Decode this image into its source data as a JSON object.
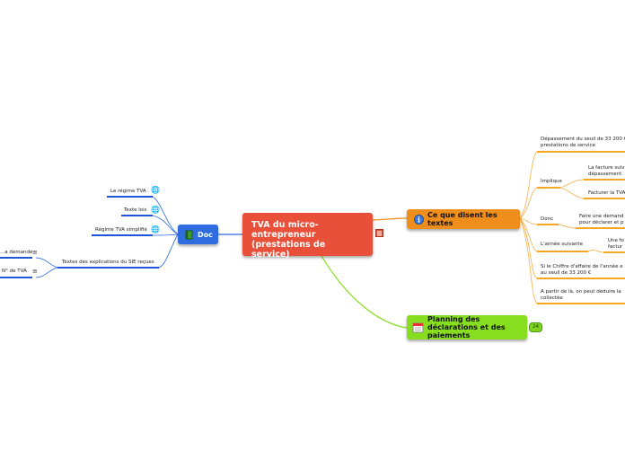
{
  "central": {
    "title": "TVA du micro-entrepreneur (prestations de service)"
  },
  "doc": {
    "label": "Doc",
    "children": [
      "Le régime TVA",
      "Texte lois",
      "Régime TVA simplifié",
      "Textes des explications du SIE reçues"
    ],
    "far_left": [
      "...a demande",
      "N° de TVA"
    ]
  },
  "texts": {
    "label": "Ce que disent les textes",
    "children": [
      "Dépassement du seuil de 33 200 €\nprestations de service",
      "Implique",
      "Donc",
      "L'année suivante",
      "Si le Chiffre d'affaire de l'année e\nau seuil de 33 200 €",
      "A partir de là, on peut déduire la\ncollectée"
    ],
    "grandchildren": [
      "La facture suiv\ndépassement",
      "Facturer la TVA",
      "Faire une demand\npour déclarer et p",
      "Une fo\nfactur"
    ]
  },
  "plan": {
    "label": "Planning des déclarations et des paiements",
    "badge": "24"
  },
  "colors": {
    "central": "#e8503a",
    "doc": "#2e6ce0",
    "texts": "#ef8e1a",
    "plan": "#86de1f"
  }
}
